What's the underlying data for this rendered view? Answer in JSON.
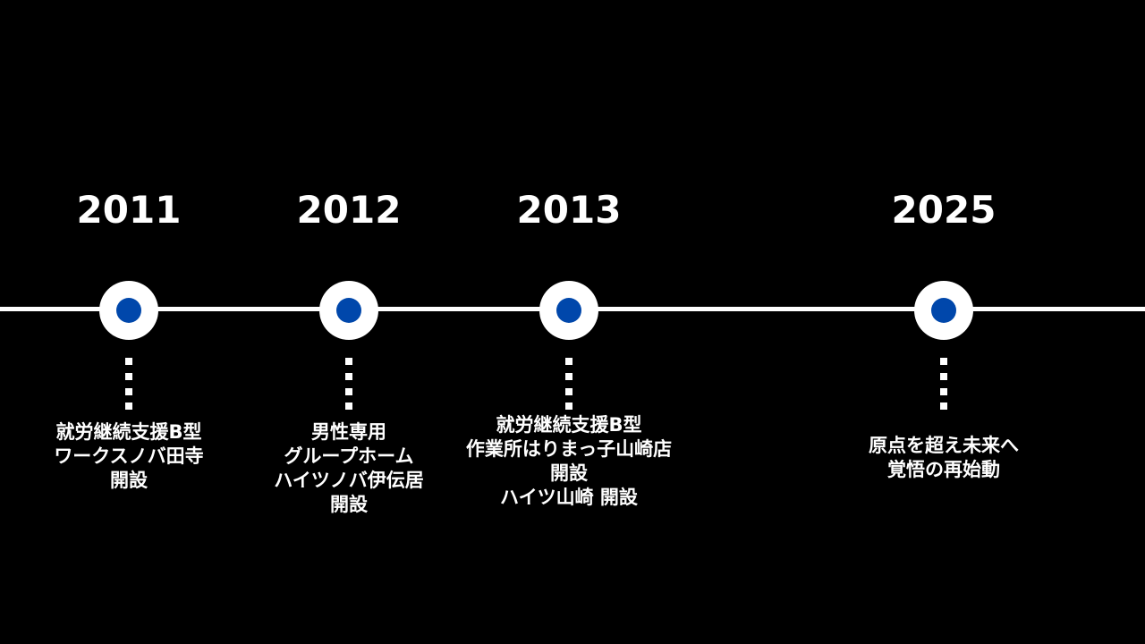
{
  "colors": {
    "background": "#000000",
    "line": "#ffffff",
    "marker": "#0047ab"
  },
  "events": [
    {
      "year": "2011",
      "lines": [
        "就労継続支援B型",
        "ワークスノバ田寺",
        "開設"
      ]
    },
    {
      "year": "2012",
      "lines": [
        "男性専用",
        "グループホーム",
        "ハイツノバ伊伝居",
        "開設"
      ]
    },
    {
      "year": "2013",
      "lines": [
        "就労継続支援B型",
        "作業所はりまっ子山崎店",
        "開設",
        "ハイツ山崎 開設"
      ]
    },
    {
      "year": "2025",
      "lines": [
        "原点を超え未来へ",
        "覚悟の再始動"
      ]
    }
  ]
}
